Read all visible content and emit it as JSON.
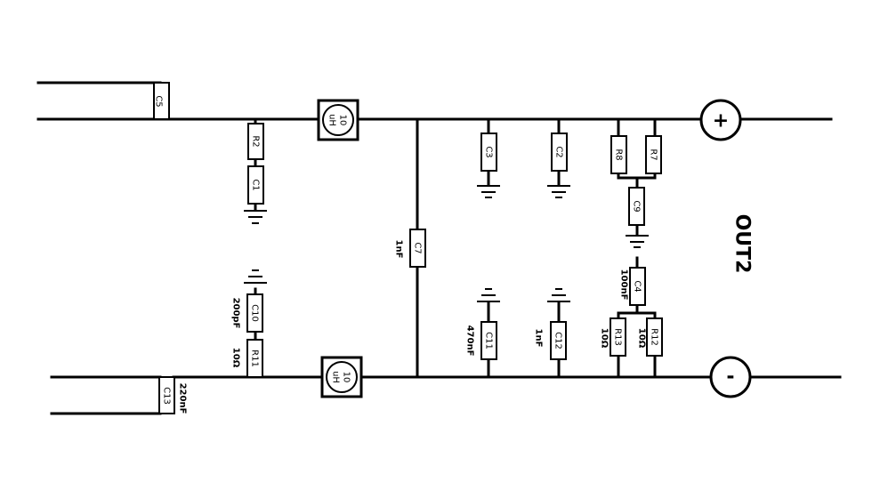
{
  "title": "OUT2",
  "terminals": {
    "plus": "+",
    "minus": "-"
  },
  "inductors": {
    "top": {
      "value": "10",
      "unit": "uH"
    },
    "bottom": {
      "value": "10",
      "unit": "uH"
    }
  },
  "components": {
    "C5": "C5",
    "R2": "R2",
    "C1": "C1",
    "C3": "C3",
    "C2": "C2",
    "R8": "R8",
    "R7": "R7",
    "C9": "C9",
    "C7": "C7",
    "C4": "C4",
    "C10": "C10",
    "R11": "R11",
    "C11": "C11",
    "C12": "C12",
    "R13": "R13",
    "R12": "R12",
    "C13": "C13"
  },
  "values": {
    "C7": "1nF",
    "C4": "100nF",
    "C10": "200pF",
    "R11": "10Ω",
    "C11": "470nF",
    "C12": "1nF",
    "R13": "10Ω",
    "R12": "10Ω",
    "C13": "220nF"
  }
}
